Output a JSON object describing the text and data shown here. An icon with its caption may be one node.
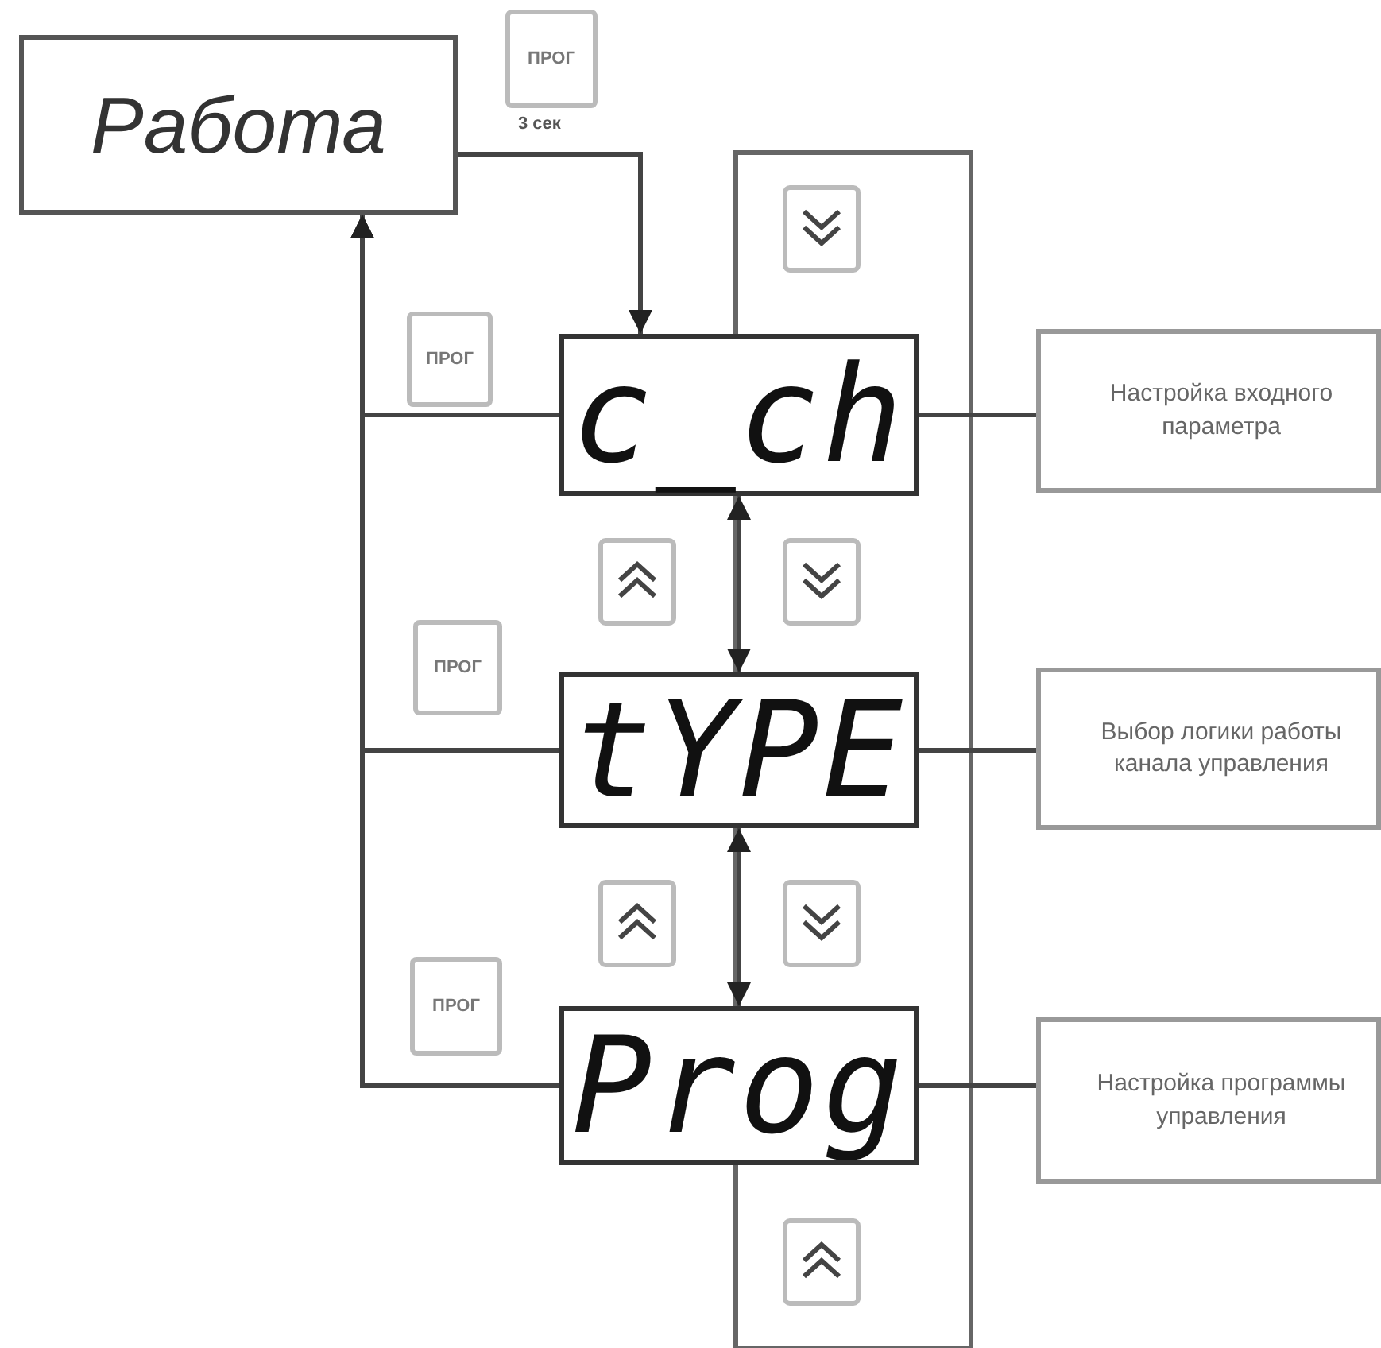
{
  "diagram": {
    "nodes": [
      {
        "text": [
          "Работа"
        ]
      },
      {
        "text": [
          "c_ch"
        ]
      },
      {
        "text": [
          "tYPE"
        ]
      },
      {
        "text": [
          "Prog"
        ]
      },
      {
        "text": [
          "Настройка входного параметра"
        ]
      },
      {
        "text": [
          "Выбор логики работы канала управления"
        ]
      },
      {
        "text": [
          "Настройка программы управления"
        ]
      }
    ],
    "edges": [
      {
        "from": 0,
        "to": 1,
        "arrow": "to"
      },
      {
        "from": 1,
        "to": 2,
        "arrow": "both"
      },
      {
        "from": 2,
        "to": 3,
        "arrow": "both"
      },
      {
        "from": 1,
        "to": 0,
        "arrow": "to"
      },
      {
        "from": 2,
        "to": 0,
        "arrow": "to"
      },
      {
        "from": 3,
        "to": 0,
        "arrow": "to"
      },
      {
        "from": 1,
        "to": 4,
        "arrow": "none"
      },
      {
        "from": 2,
        "to": 5,
        "arrow": "none"
      },
      {
        "from": 3,
        "to": 6,
        "arrow": "none"
      }
    ],
    "labels": [
      "ПРОГ",
      "3 сек",
      "ПРОГ",
      "ПРОГ",
      "ПРОГ"
    ]
  }
}
